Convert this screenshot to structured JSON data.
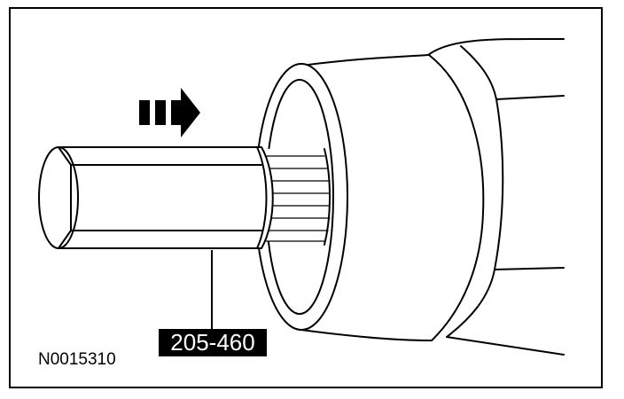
{
  "figure": {
    "tool_number": "205-460",
    "figure_id": "N0015310",
    "arrow_direction": "right"
  }
}
